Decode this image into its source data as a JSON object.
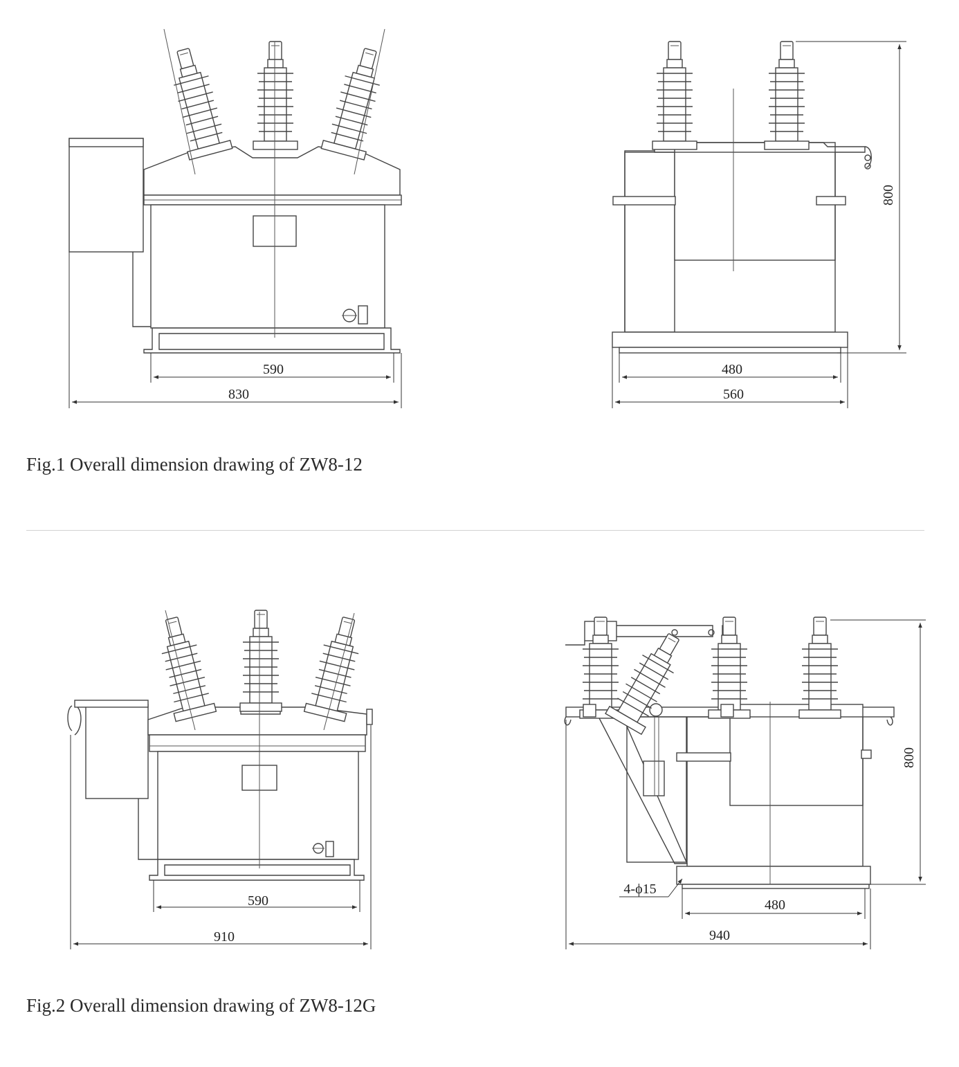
{
  "figures": [
    {
      "caption": "Fig.1 Overall dimension drawing of ZW8-12",
      "front_view": {
        "dims": [
          "590",
          "830"
        ]
      },
      "side_view": {
        "dims": [
          "480",
          "560",
          "800"
        ]
      }
    },
    {
      "caption": "Fig.2 Overall dimension drawing of ZW8-12G",
      "front_view": {
        "dims": [
          "590",
          "910"
        ]
      },
      "side_view": {
        "dims": [
          "480",
          "940",
          "800",
          "4-ϕ15"
        ]
      }
    }
  ]
}
